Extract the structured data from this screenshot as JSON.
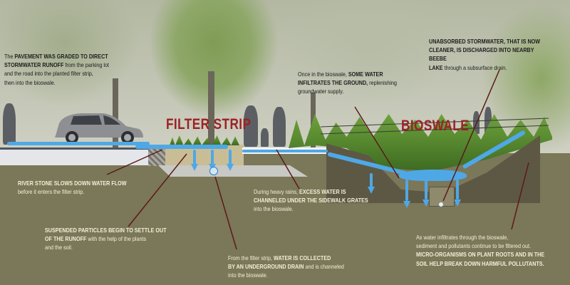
{
  "labels": {
    "filter_strip": "FILTER STRIP",
    "bioswale": "BIOSWALE"
  },
  "annotations": {
    "pavement": {
      "lines": [
        [
          {
            "t": "The ",
            "b": false
          },
          {
            "t": "PAVEMENT WAS GRADED TO DIRECT",
            "b": true
          }
        ],
        [
          {
            "t": "STORMWATER RUNOFF",
            "b": true
          },
          {
            "t": " from the parking lot",
            "b": false
          }
        ],
        [
          {
            "t": "and the road into the planted filter strip,",
            "b": false
          }
        ],
        [
          {
            "t": "then into the bioswale.",
            "b": false
          }
        ]
      ]
    },
    "infiltrates": {
      "lines": [
        [
          {
            "t": "Once in the bioswale, ",
            "b": false
          },
          {
            "t": "SOME WATER",
            "b": true
          }
        ],
        [
          {
            "t": "INFILTRATES THE GROUND,",
            "b": true
          },
          {
            "t": " replenishing",
            "b": false
          }
        ],
        [
          {
            "t": "groundwater supply.",
            "b": false
          }
        ]
      ]
    },
    "unabsorbed": {
      "lines": [
        [
          {
            "t": "UNABSORBED STORMWATER, THAT IS NOW",
            "b": true
          }
        ],
        [
          {
            "t": "CLEANER, IS DISCHARGED INTO NEARBY BEEBE",
            "b": true
          }
        ],
        [
          {
            "t": "LAKE",
            "b": true
          },
          {
            "t": " through a subsurface drain.",
            "b": false
          }
        ]
      ]
    },
    "river_stone": {
      "lines": [
        [
          {
            "t": "RIVER STONE SLOWS DOWN WATER FLOW",
            "b": true
          }
        ],
        [
          {
            "t": "before it enters the filter strip.",
            "b": false
          }
        ]
      ]
    },
    "suspended": {
      "lines": [
        [
          {
            "t": "SUSPENDED PARTICLES BEGIN TO SETTLE OUT",
            "b": true
          }
        ],
        [
          {
            "t": "OF THE RUNOFF",
            "b": true
          },
          {
            "t": " with the help of the plants",
            "b": false
          }
        ],
        [
          {
            "t": "and the soil.",
            "b": false
          }
        ]
      ]
    },
    "heavy_rains": {
      "lines": [
        [
          {
            "t": "During heavy rains, ",
            "b": false
          },
          {
            "t": "EXCESS WATER IS",
            "b": true
          }
        ],
        [
          {
            "t": "CHANNELED UNDER THE SIDEWALK GRATES",
            "b": true
          }
        ],
        [
          {
            "t": "into the bioswale.",
            "b": false
          }
        ]
      ]
    },
    "collected": {
      "lines": [
        [
          {
            "t": "From the filter strip, ",
            "b": false
          },
          {
            "t": "WATER IS COLLECTED",
            "b": true
          }
        ],
        [
          {
            "t": "BY AN UNDERGROUND DRAIN",
            "b": true
          },
          {
            "t": " and is channeled",
            "b": false
          }
        ],
        [
          {
            "t": "into the bioswale.",
            "b": false
          }
        ]
      ]
    },
    "micro_organisms": {
      "lines": [
        [
          {
            "t": "As water infiltrates through the bioswale,",
            "b": false
          }
        ],
        [
          {
            "t": "sediment and pollutants continue to be filtered out.",
            "b": false
          }
        ],
        [
          {
            "t": "MICRO-ORGANISMS ON PLANT ROOTS AND IN THE",
            "b": true
          }
        ],
        [
          {
            "t": "SOIL HELP BREAK DOWN HARMFUL POLLUTANTS.",
            "b": true
          }
        ]
      ]
    }
  },
  "colors": {
    "label_red": "#9b2226",
    "water_blue": "#4fa8e6",
    "leader_line": "#5a1a1a",
    "soil": "#7b7759"
  }
}
